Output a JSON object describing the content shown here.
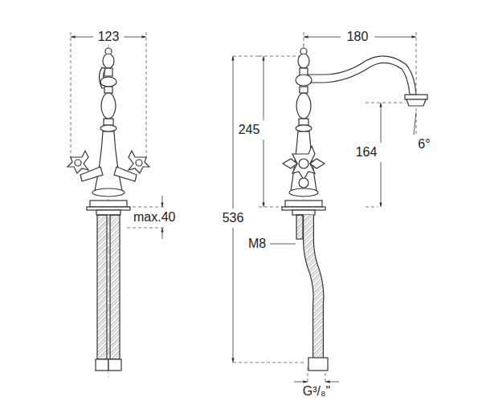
{
  "diagram": {
    "labels": [
      "123",
      "180",
      "245",
      "164",
      "6°",
      "max.40",
      "536",
      "M8",
      "G³/₈\""
    ]
  }
}
